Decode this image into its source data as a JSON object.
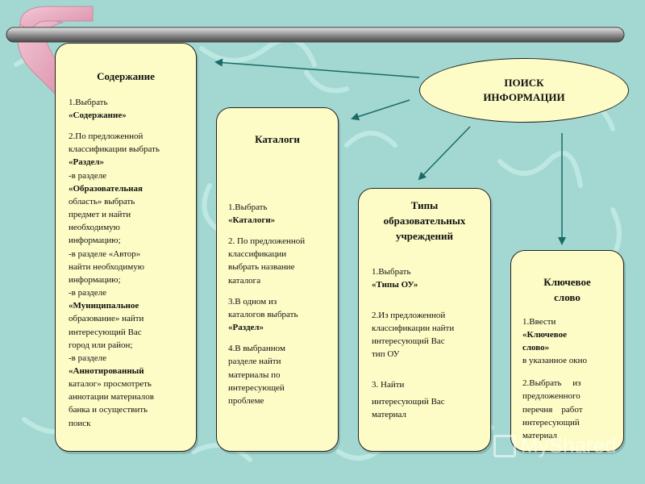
{
  "diagram": {
    "root": {
      "line1": "ПОИСК",
      "line2": "ИНФОРМАЦИИ"
    },
    "cards": {
      "content": {
        "title": "Содержание",
        "lines": [
          "1.Выбрать",
          "«Содержание»",
          "2.По предложенной",
          "классификации выбрать",
          "«Раздел»",
          "-в разделе",
          "«Образовательная",
          "область» выбрать",
          "предмет и найти",
          "необходимую",
          "информацию;",
          "-в разделе «Автор»",
          "найти необходимую",
          "информацию;",
          "-в разделе",
          "«Муниципальное",
          "образование» найти",
          "интересующий Вас",
          "город или район;",
          "-в разделе",
          "«Аннотированный",
          "каталог» просмотреть",
          "аннотации материалов",
          "банка и осуществить",
          "поиск"
        ]
      },
      "catalogs": {
        "title": "Каталоги",
        "lines": [
          "1.Выбрать",
          "«Каталоги»",
          "2. По предложенной",
          "классификации",
          "выбрать название",
          "каталога",
          "3.В одном из",
          "каталогов выбрать",
          "«Раздел»",
          "4.В выбранном",
          "разделе найти",
          "материалы по",
          "интересующей",
          "проблеме"
        ]
      },
      "types": {
        "title_l1": "Типы",
        "title_l2": "образовательных",
        "title_l3": "учреждений",
        "lines": [
          "1.Выбрать",
          "«Типы ОУ»",
          "2.Из предложенной",
          "классификации найти",
          "интересующий Вас",
          "тип ОУ",
          "3. Найти",
          "интересующий Вас",
          "материал"
        ]
      },
      "keyword": {
        "title_l1": "Ключевое",
        "title_l2": "слово",
        "lines": [
          "1.Ввести",
          "«Ключевое",
          "слово»",
          "в указанное окно",
          "2.Выбрать     из",
          "предложенного",
          "перечня    работ",
          "интересующий",
          "материал"
        ]
      }
    },
    "watermark": "MyShared"
  },
  "colors": {
    "background": "#a3d8d2",
    "card_fill": "#fdfcc6",
    "arrow": "#1a6a66",
    "bar": "#8a8a8a"
  }
}
